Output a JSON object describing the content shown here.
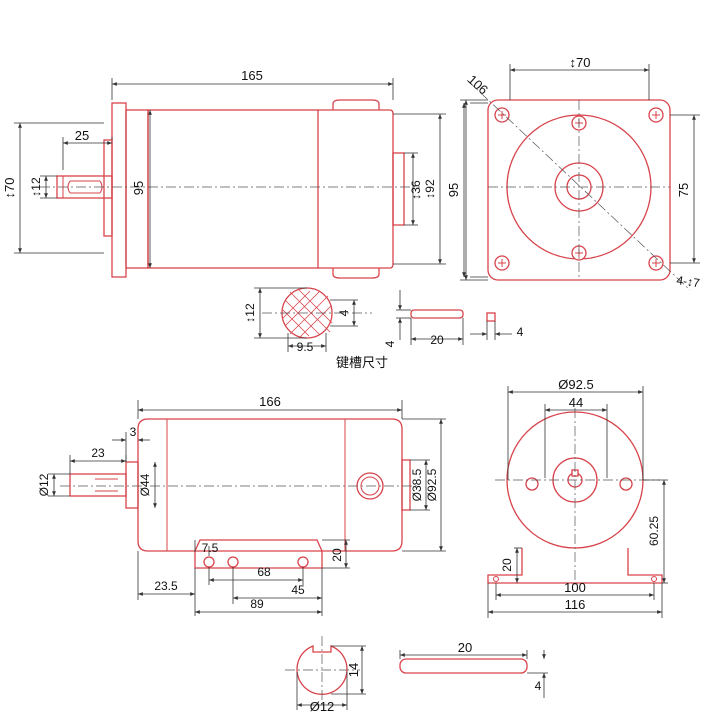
{
  "top_side_view": {
    "dim_overall_length": "165",
    "dim_shaft_length": "25",
    "dim_flange_height": "↕70",
    "dim_shaft_diameter": "↕12",
    "dim_body_diameter": "95",
    "dim_rear_boss": "↕36",
    "dim_rear_height": "↕92",
    "dim_frame_height": "95"
  },
  "top_front_view": {
    "dim_bolt_spacing": "↕70",
    "dim_diagonal": "106",
    "dim_flange_height": "95",
    "dim_bolt_vertical": "75",
    "dim_holes": "4-↕7"
  },
  "keyway_top": {
    "dim_diameter": "↕12",
    "dim_key_depth": "4",
    "dim_flat": "9.5",
    "dim_key_height": "4",
    "dim_key_length": "20",
    "dim_key_width": "4",
    "caption": "键槽尺寸"
  },
  "bottom_side_view": {
    "dim_overall_length": "166",
    "dim_step": "3",
    "dim_shaft_length": "23",
    "dim_shaft_diameter": "Ø12",
    "dim_pilot_diameter": "Ø44",
    "dim_rear_boss": "Ø38.5",
    "dim_body_diameter": "Ø92.5",
    "dim_foot_height": "20",
    "dim_foot_edge": "7.5",
    "dim_foot_offset": "23.5",
    "dim_hole_spacing": "68",
    "dim_hole_center": "45",
    "dim_foot_length": "89"
  },
  "bottom_front_view": {
    "dim_diameter": "Ø92.5",
    "dim_bolt_spacing": "44",
    "dim_center_height": "60.25",
    "dim_foot_height": "20",
    "dim_foot_hole_spacing": "100",
    "dim_foot_width": "116"
  },
  "keyway_bottom": {
    "dim_shaft_height": "14",
    "dim_shaft_diameter": "Ø12",
    "dim_key_length": "20",
    "dim_key_width": "4"
  }
}
